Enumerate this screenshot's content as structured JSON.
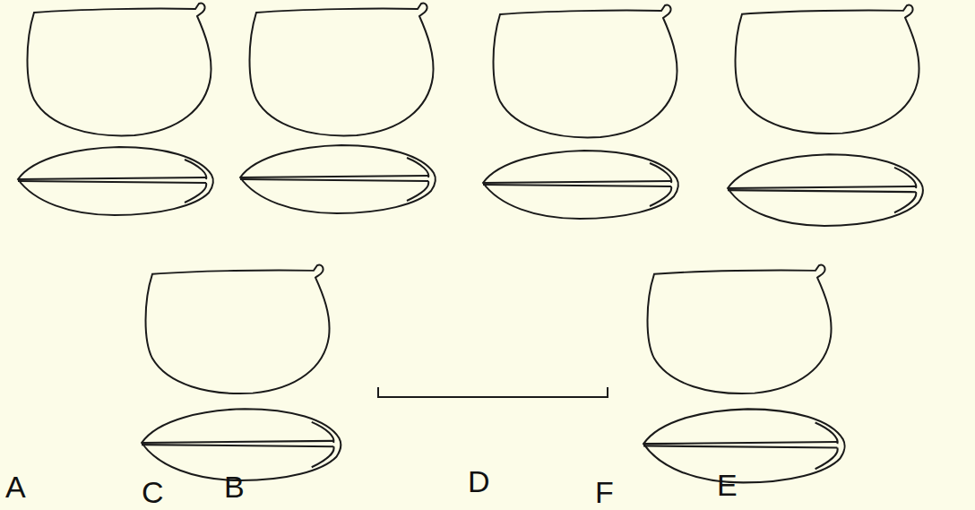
{
  "diagram": {
    "labels": [
      "A",
      "B",
      "D",
      "E",
      "C",
      "F"
    ]
  }
}
